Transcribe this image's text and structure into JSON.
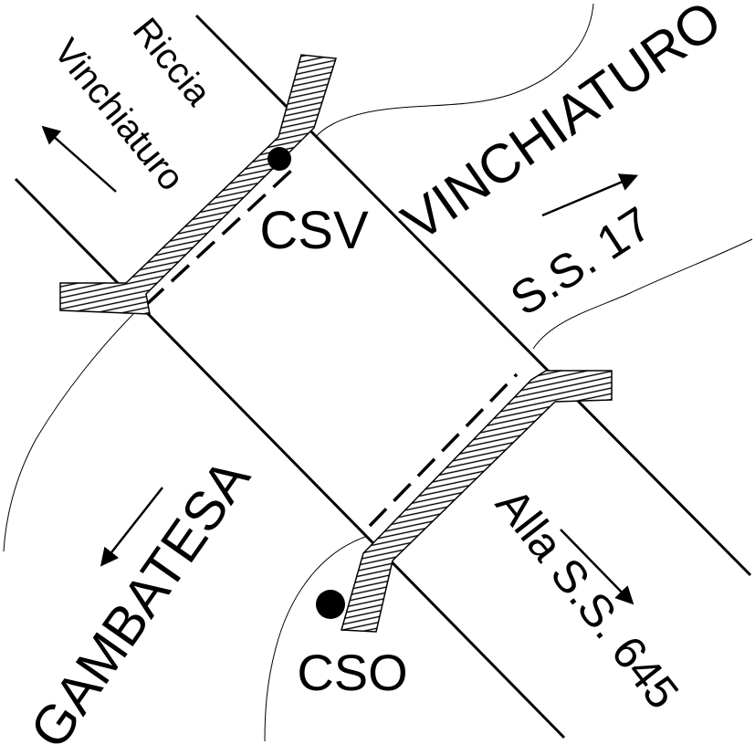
{
  "map": {
    "labels": {
      "vinchiaturo_main": "VINCHIATURO",
      "riccia": "Riccia",
      "vinchiaturo_small": "Vinchiaturo",
      "csv": "CSV",
      "ss17": "S.S. 17",
      "gambatesa": "GAMBATESA",
      "cso": "CSO",
      "alla_ss645": "Alla S.S. 645"
    },
    "colors": {
      "ink": "#000000",
      "background": "#ffffff"
    }
  }
}
